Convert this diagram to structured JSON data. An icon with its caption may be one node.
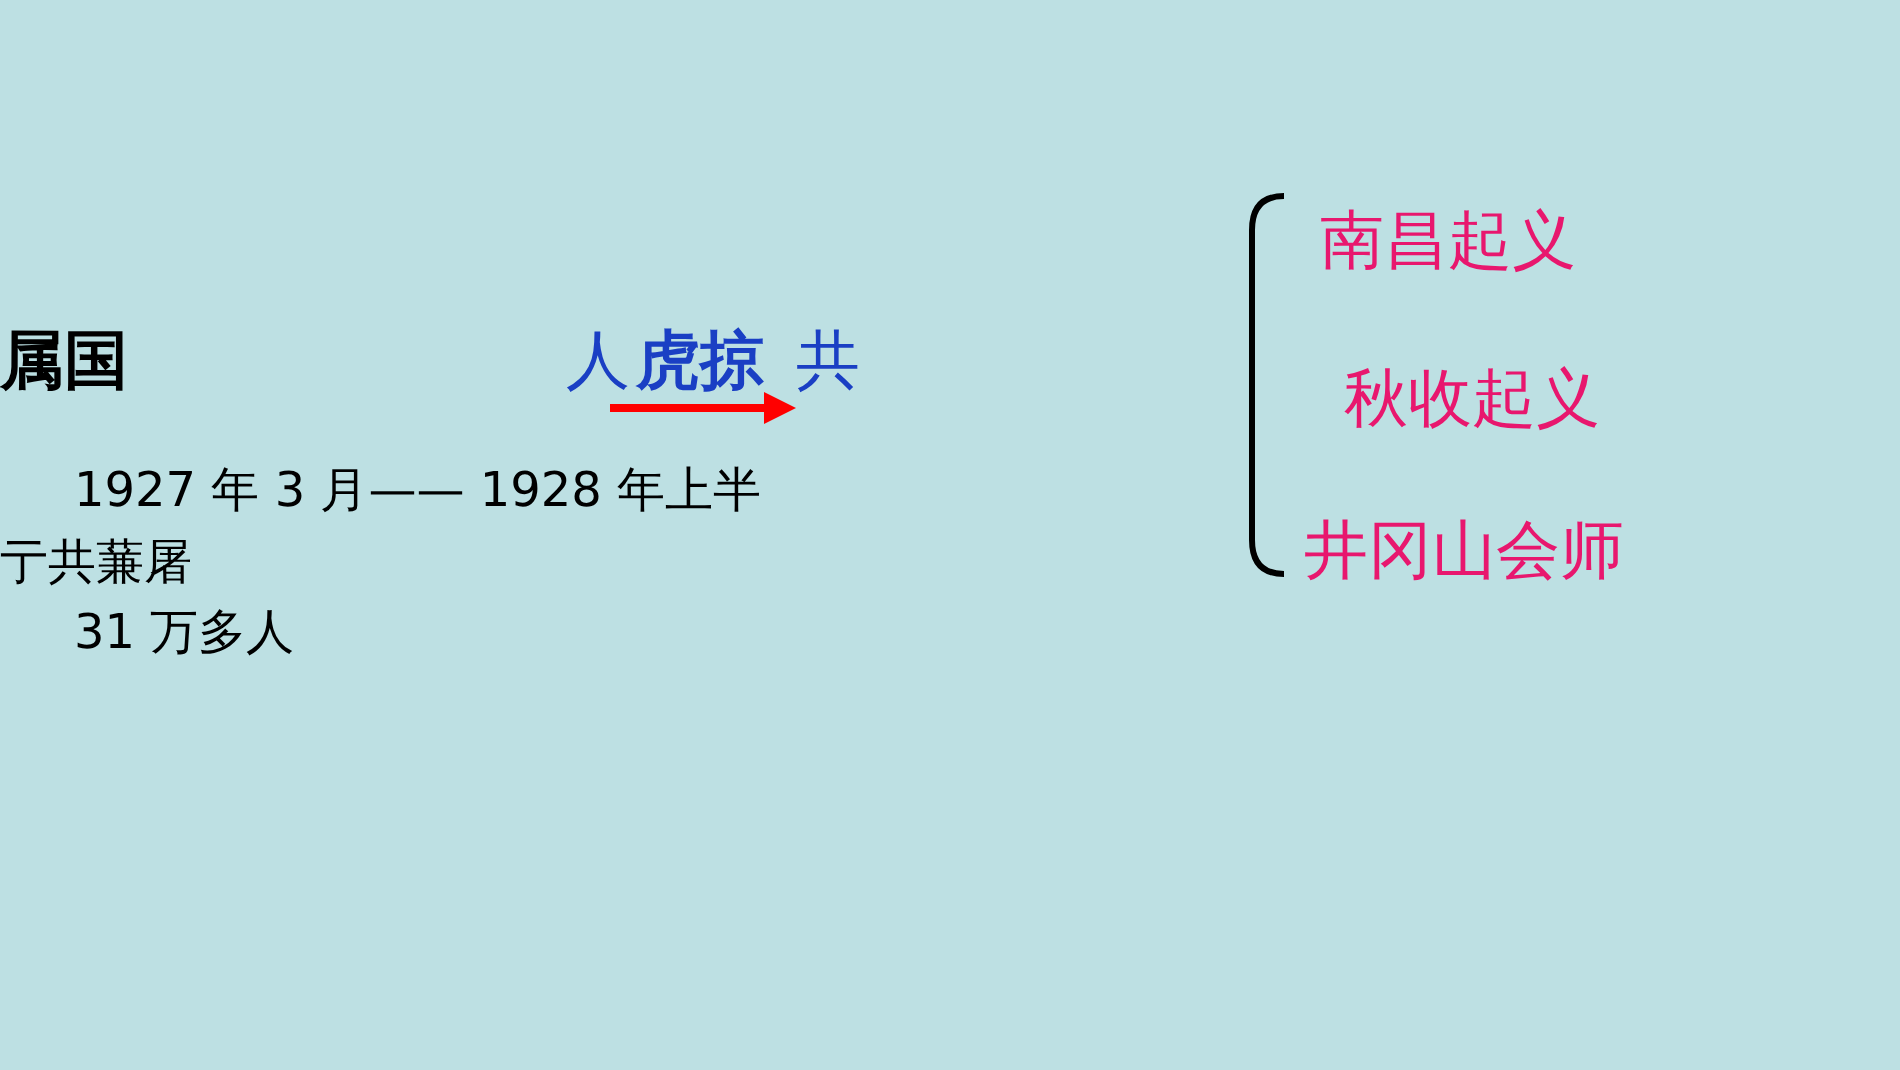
{
  "diagram": {
    "nodes": [
      {
        "text": [
          "人"
        ]
      },
      {
        "text": [
          "共"
        ]
      }
    ],
    "edges": [
      {
        "from": 0,
        "to": 1,
        "arrow": "to",
        "color": "#ff0000"
      }
    ],
    "labels": [
      "属国",
      "虎掠",
      "1927 年 3 月—— 1928 年上半",
      "亍共蒹屠",
      "31 万多人",
      "南昌起义",
      "秋收起义",
      "井冈山会师"
    ]
  }
}
